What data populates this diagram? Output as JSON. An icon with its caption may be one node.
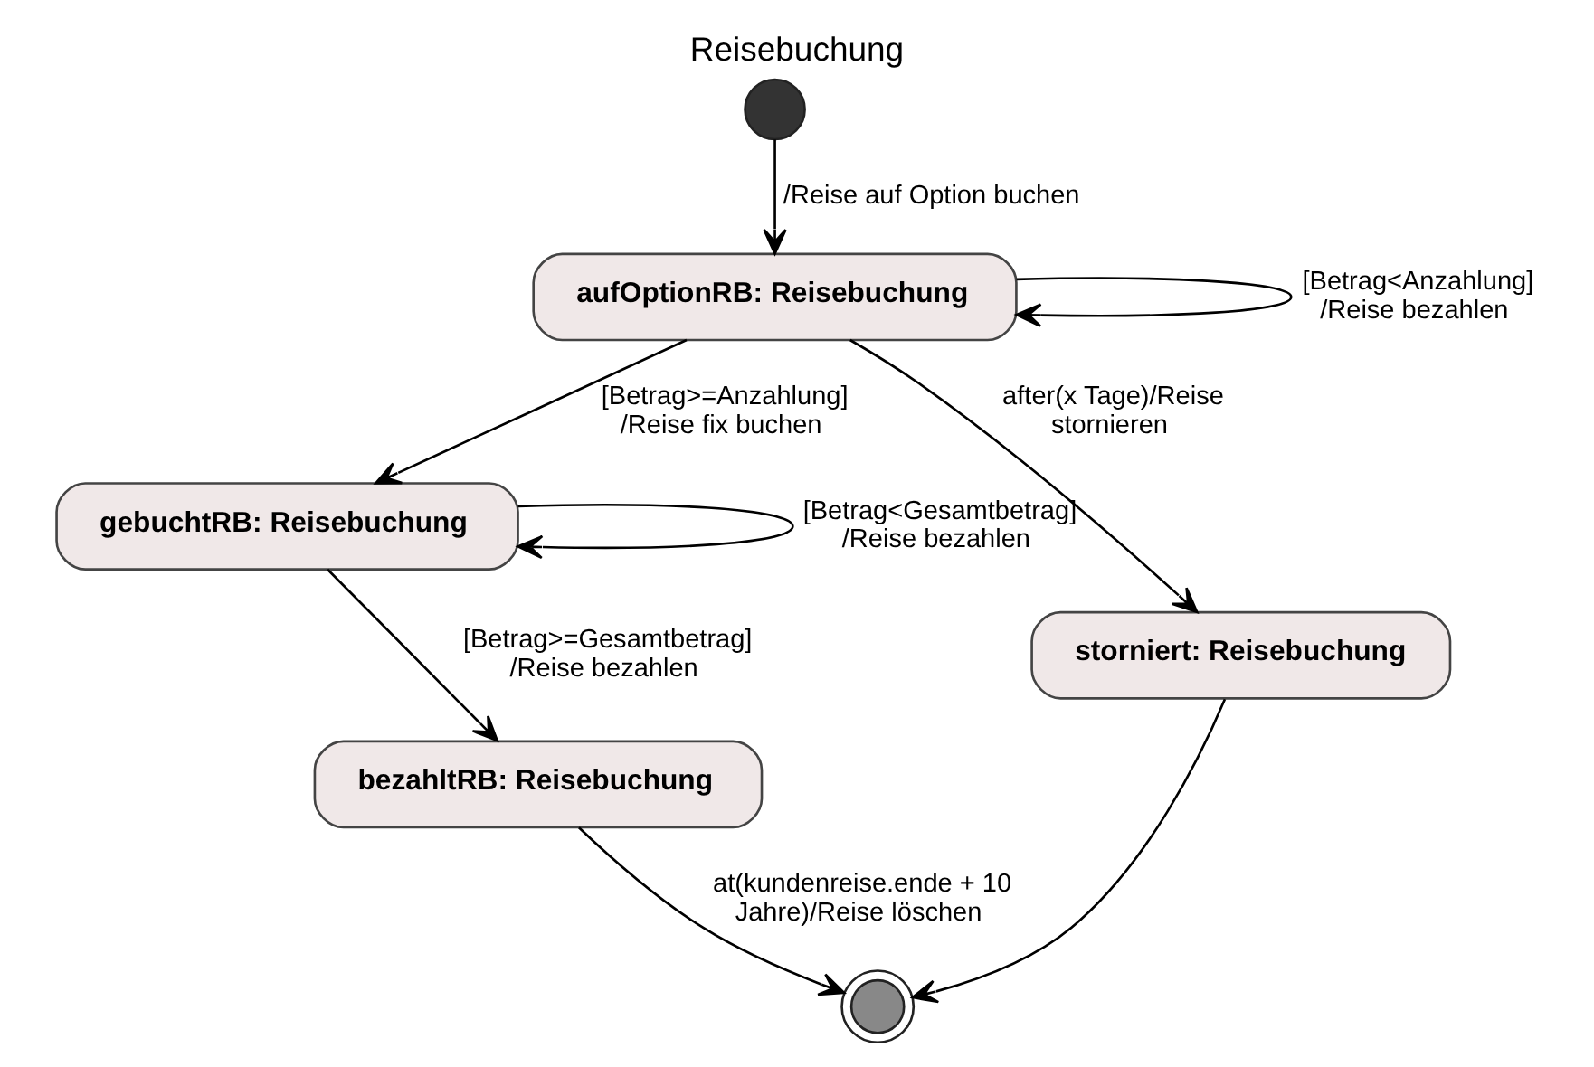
{
  "diagram": {
    "title": "Reisebuchung",
    "nodes": [
      {
        "text": [],
        "shape": "circle"
      },
      {
        "text": [
          "aufOptionRB: Reisebuchung"
        ]
      },
      {
        "text": [
          "gebuchtRB: Reisebuchung"
        ]
      },
      {
        "text": [
          "bezahltRB: Reisebuchung"
        ]
      },
      {
        "text": [
          "storniert: Reisebuchung"
        ]
      },
      {
        "text": [],
        "shape": "circle"
      }
    ],
    "edges": [
      {
        "from": 0,
        "to": 1,
        "arrow": "to",
        "label": "/Reise auf Option buchen"
      },
      {
        "from": 1,
        "to": 1,
        "arrow": "to",
        "label": "[Betrag<Anzahlung] /Reise bezahlen"
      },
      {
        "from": 1,
        "to": 2,
        "arrow": "to",
        "label": "[Betrag>=Anzahlung] /Reise fix buchen"
      },
      {
        "from": 1,
        "to": 4,
        "arrow": "to",
        "label": "after(x Tage)/Reise stornieren"
      },
      {
        "from": 2,
        "to": 2,
        "arrow": "to",
        "label": "[Betrag<Gesamtbetrag] /Reise bezahlen"
      },
      {
        "from": 2,
        "to": 3,
        "arrow": "to",
        "label": "[Betrag>=Gesamtbetrag] /Reise bezahlen"
      },
      {
        "from": 3,
        "to": 5,
        "arrow": "to",
        "label": "at(kundenreise.ende + 10 Jahre)/Reise löschen"
      },
      {
        "from": 4,
        "to": 5,
        "arrow": "to"
      }
    ]
  }
}
